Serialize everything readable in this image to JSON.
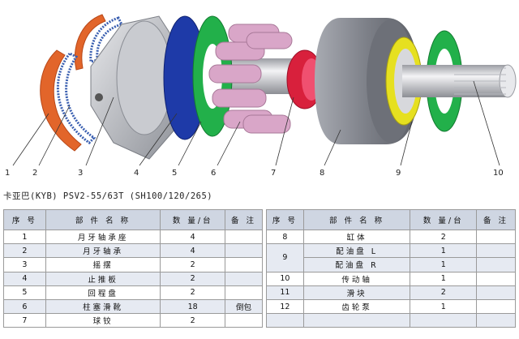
{
  "callouts": [
    "1",
    "2",
    "3",
    "4",
    "5",
    "6",
    "7",
    "8",
    "9",
    "10"
  ],
  "title": "卡亚巴(KYB) PSV2-55/63T (SH100/120/265)",
  "table_headers": {
    "seq": "序 号",
    "name": "部 件 名 称",
    "qty": "数 量/台",
    "note": "备 注"
  },
  "left_rows": [
    {
      "seq": "1",
      "name": "月牙轴承座",
      "qty": "4",
      "note": ""
    },
    {
      "seq": "2",
      "name": "月牙轴承",
      "qty": "4",
      "note": ""
    },
    {
      "seq": "3",
      "name": "摇摆",
      "qty": "2",
      "note": ""
    },
    {
      "seq": "4",
      "name": "止推板",
      "qty": "2",
      "note": ""
    },
    {
      "seq": "5",
      "name": "回程盘",
      "qty": "2",
      "note": ""
    },
    {
      "seq": "6",
      "name": "柱塞滑靴",
      "qty": "18",
      "note": "倒包"
    },
    {
      "seq": "7",
      "name": "球铰",
      "qty": "2",
      "note": ""
    }
  ],
  "right_rows": [
    {
      "seq": "8",
      "name": "缸体",
      "qty": "2"
    },
    {
      "seq": "9",
      "name_a": "配油盘 L",
      "name_b": "配油盘 R",
      "qty_a": "1",
      "qty_b": "1"
    },
    {
      "seq": "10",
      "name": "传动轴",
      "qty": "1"
    },
    {
      "seq": "11",
      "name": "滑块",
      "qty": "2"
    },
    {
      "seq": "12",
      "name": "齿轮泵",
      "qty": "1"
    }
  ],
  "colors": {
    "crescent_seat": "#e2652a",
    "needle_bearing": "#3a5fb0",
    "swash": "#b9bcc4",
    "thrust_plate": "#1e3aa8",
    "retainer": "#22b04a",
    "piston": "#d9a6c8",
    "ball_guide": "#d8203c",
    "cylinder": "#8a8d94",
    "valve_plate": "#e6e020",
    "header_bg": "#cfd6e2",
    "row_alt": "#e6eaf2"
  },
  "icons": [
    "crescent-seat-drawing",
    "needle-bearing-drawing",
    "swash-plate-drawing",
    "thrust-plate-drawing",
    "retainer-plate-drawing",
    "piston-shoe-drawing",
    "ball-guide-drawing",
    "cylinder-block-drawing",
    "valve-plate-drawing",
    "drive-shaft-drawing"
  ]
}
